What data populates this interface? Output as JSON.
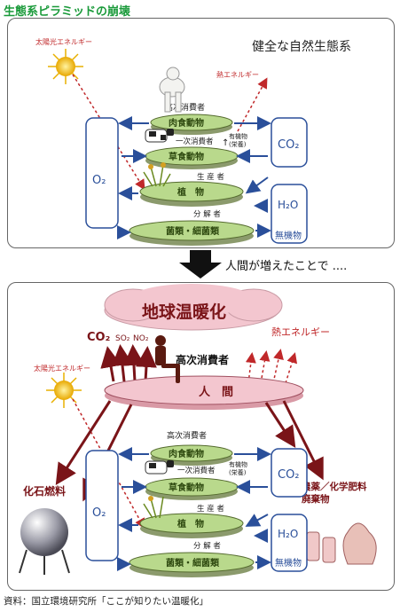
{
  "title": "生態系ピラミッドの崩壊",
  "top": {
    "heading": "健全な自然生態系",
    "sun_label": "太陽光エネルギー",
    "heat_label": "熱エネルギー",
    "o2": "O₂",
    "co2": "CO₂",
    "h2o": "H₂O",
    "inorganic": "無機物",
    "level_high": "高次消費者",
    "tier1": "肉食動物",
    "level_first": "一次消費者",
    "tier2": "草食動物",
    "level_producer": "生 産 者",
    "tier3": "植　物",
    "level_decomposer": "分 解 者",
    "tier4": "菌類・細菌類",
    "organic": "有機物",
    "nutrient": "(栄養)"
  },
  "transition": "人間が増えたことで ....",
  "bottom": {
    "cloud": "地球温暖化",
    "gas_co2": "CO₂",
    "gas_so2": "SO₂",
    "gas_no2": "NO₂",
    "heat_label": "熱エネルギー",
    "sun_label": "太陽光エネルギー",
    "human_label": "高次消費者",
    "human_disk": "人　間",
    "fossil": "化石燃料",
    "waste": "農薬／化学肥料\n廃棄物",
    "waste_line1": "農薬／化学肥料",
    "waste_line2": "廃棄物",
    "o2": "O₂",
    "co2": "CO₂",
    "h2o": "H₂O",
    "inorganic": "無機物",
    "level_high": "高次消費者",
    "tier1": "肉食動物",
    "level_first": "一次消費者",
    "tier2": "草食動物",
    "level_producer": "生 産 者",
    "tier3": "植　物",
    "level_decomposer": "分 解 者",
    "tier4": "菌類・細菌類",
    "organic": "有機物",
    "nutrient": "(栄養)"
  },
  "source": "資料：国立環境研究所「ここが知りたい温暖化」",
  "colors": {
    "title_green": "#1a9a3a",
    "blue": "#2a4f9a",
    "red": "#c0282a",
    "dark_red": "#7a1418",
    "disk_green": "#b9d98c",
    "pink": "#f3c6cf"
  }
}
